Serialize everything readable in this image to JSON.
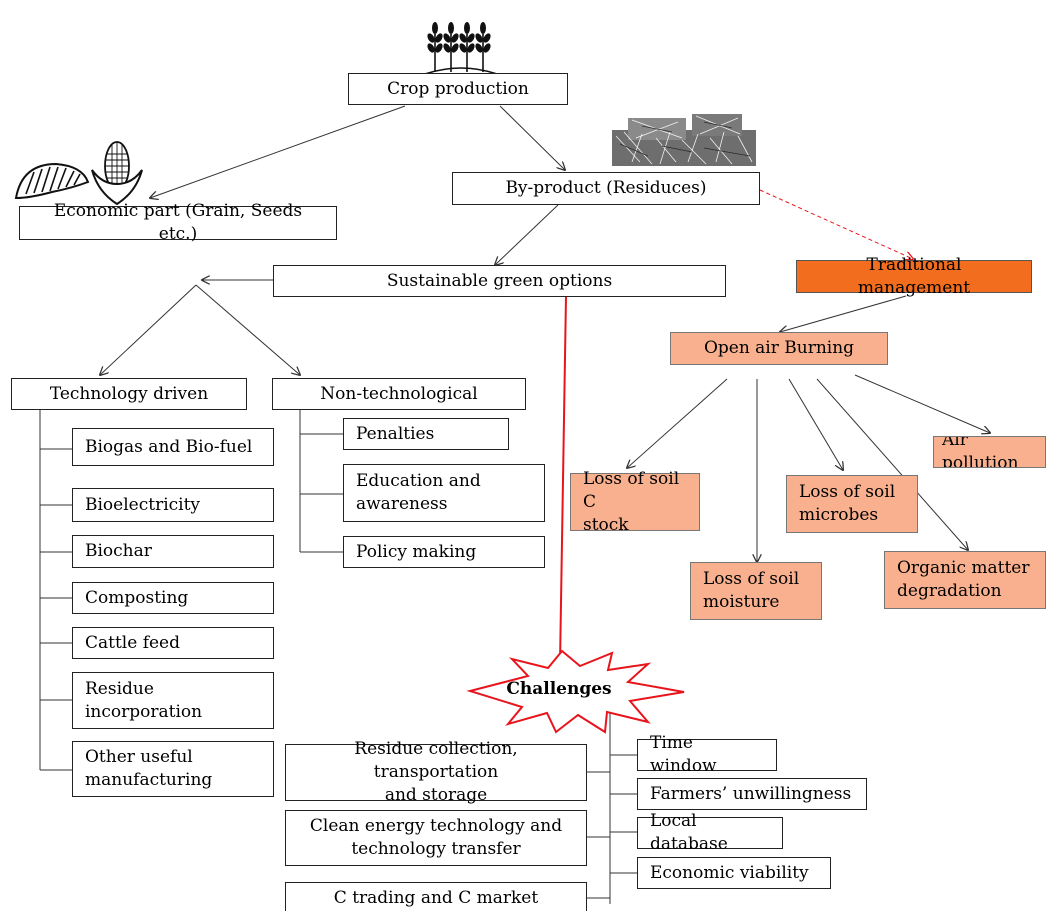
{
  "nodes": {
    "crop_production": "Crop production",
    "economic_part": "Economic part (Grain, Seeds etc.)",
    "by_product": "By-product (Residuces)",
    "sustainable_green": "Sustainable green options",
    "traditional_management": "Traditional management",
    "open_air_burning": "Open air Burning",
    "technology_driven": "Technology driven",
    "non_technological": "Non-technological"
  },
  "technology_items": [
    "Biogas and Bio-fuel",
    "Bioelectricity",
    "Biochar",
    "Composting",
    "Cattle feed",
    "Residue\nincorporation",
    "Other useful\nmanufacturing"
  ],
  "non_tech_items": [
    "Penalties",
    "Education and\nawareness",
    "Policy making"
  ],
  "burning_effects": [
    "Loss of soil C\nstock",
    "Loss of soil\nmoisture",
    "Loss of soil\nmicrobes",
    "Organic matter\ndegradation",
    "Air pollution"
  ],
  "challenges": {
    "label": "Challenges",
    "left_items": [
      "Residue collection, transportation\nand storage",
      "Clean energy technology and\ntechnology transfer",
      "C trading and C market"
    ],
    "right_items": [
      "Time window",
      "Farmers’ unwillingness",
      "Local database",
      "Economic viability"
    ]
  },
  "colors": {
    "effect_fill": "#f8b08e",
    "traditional_fill": "#f26d1d",
    "challenge_line": "#e8141c",
    "dashed_arrow": "#e8141c"
  },
  "icons": [
    "wheat-icon",
    "grain-seeds-icon",
    "corn-icon",
    "straw-residue-image"
  ]
}
